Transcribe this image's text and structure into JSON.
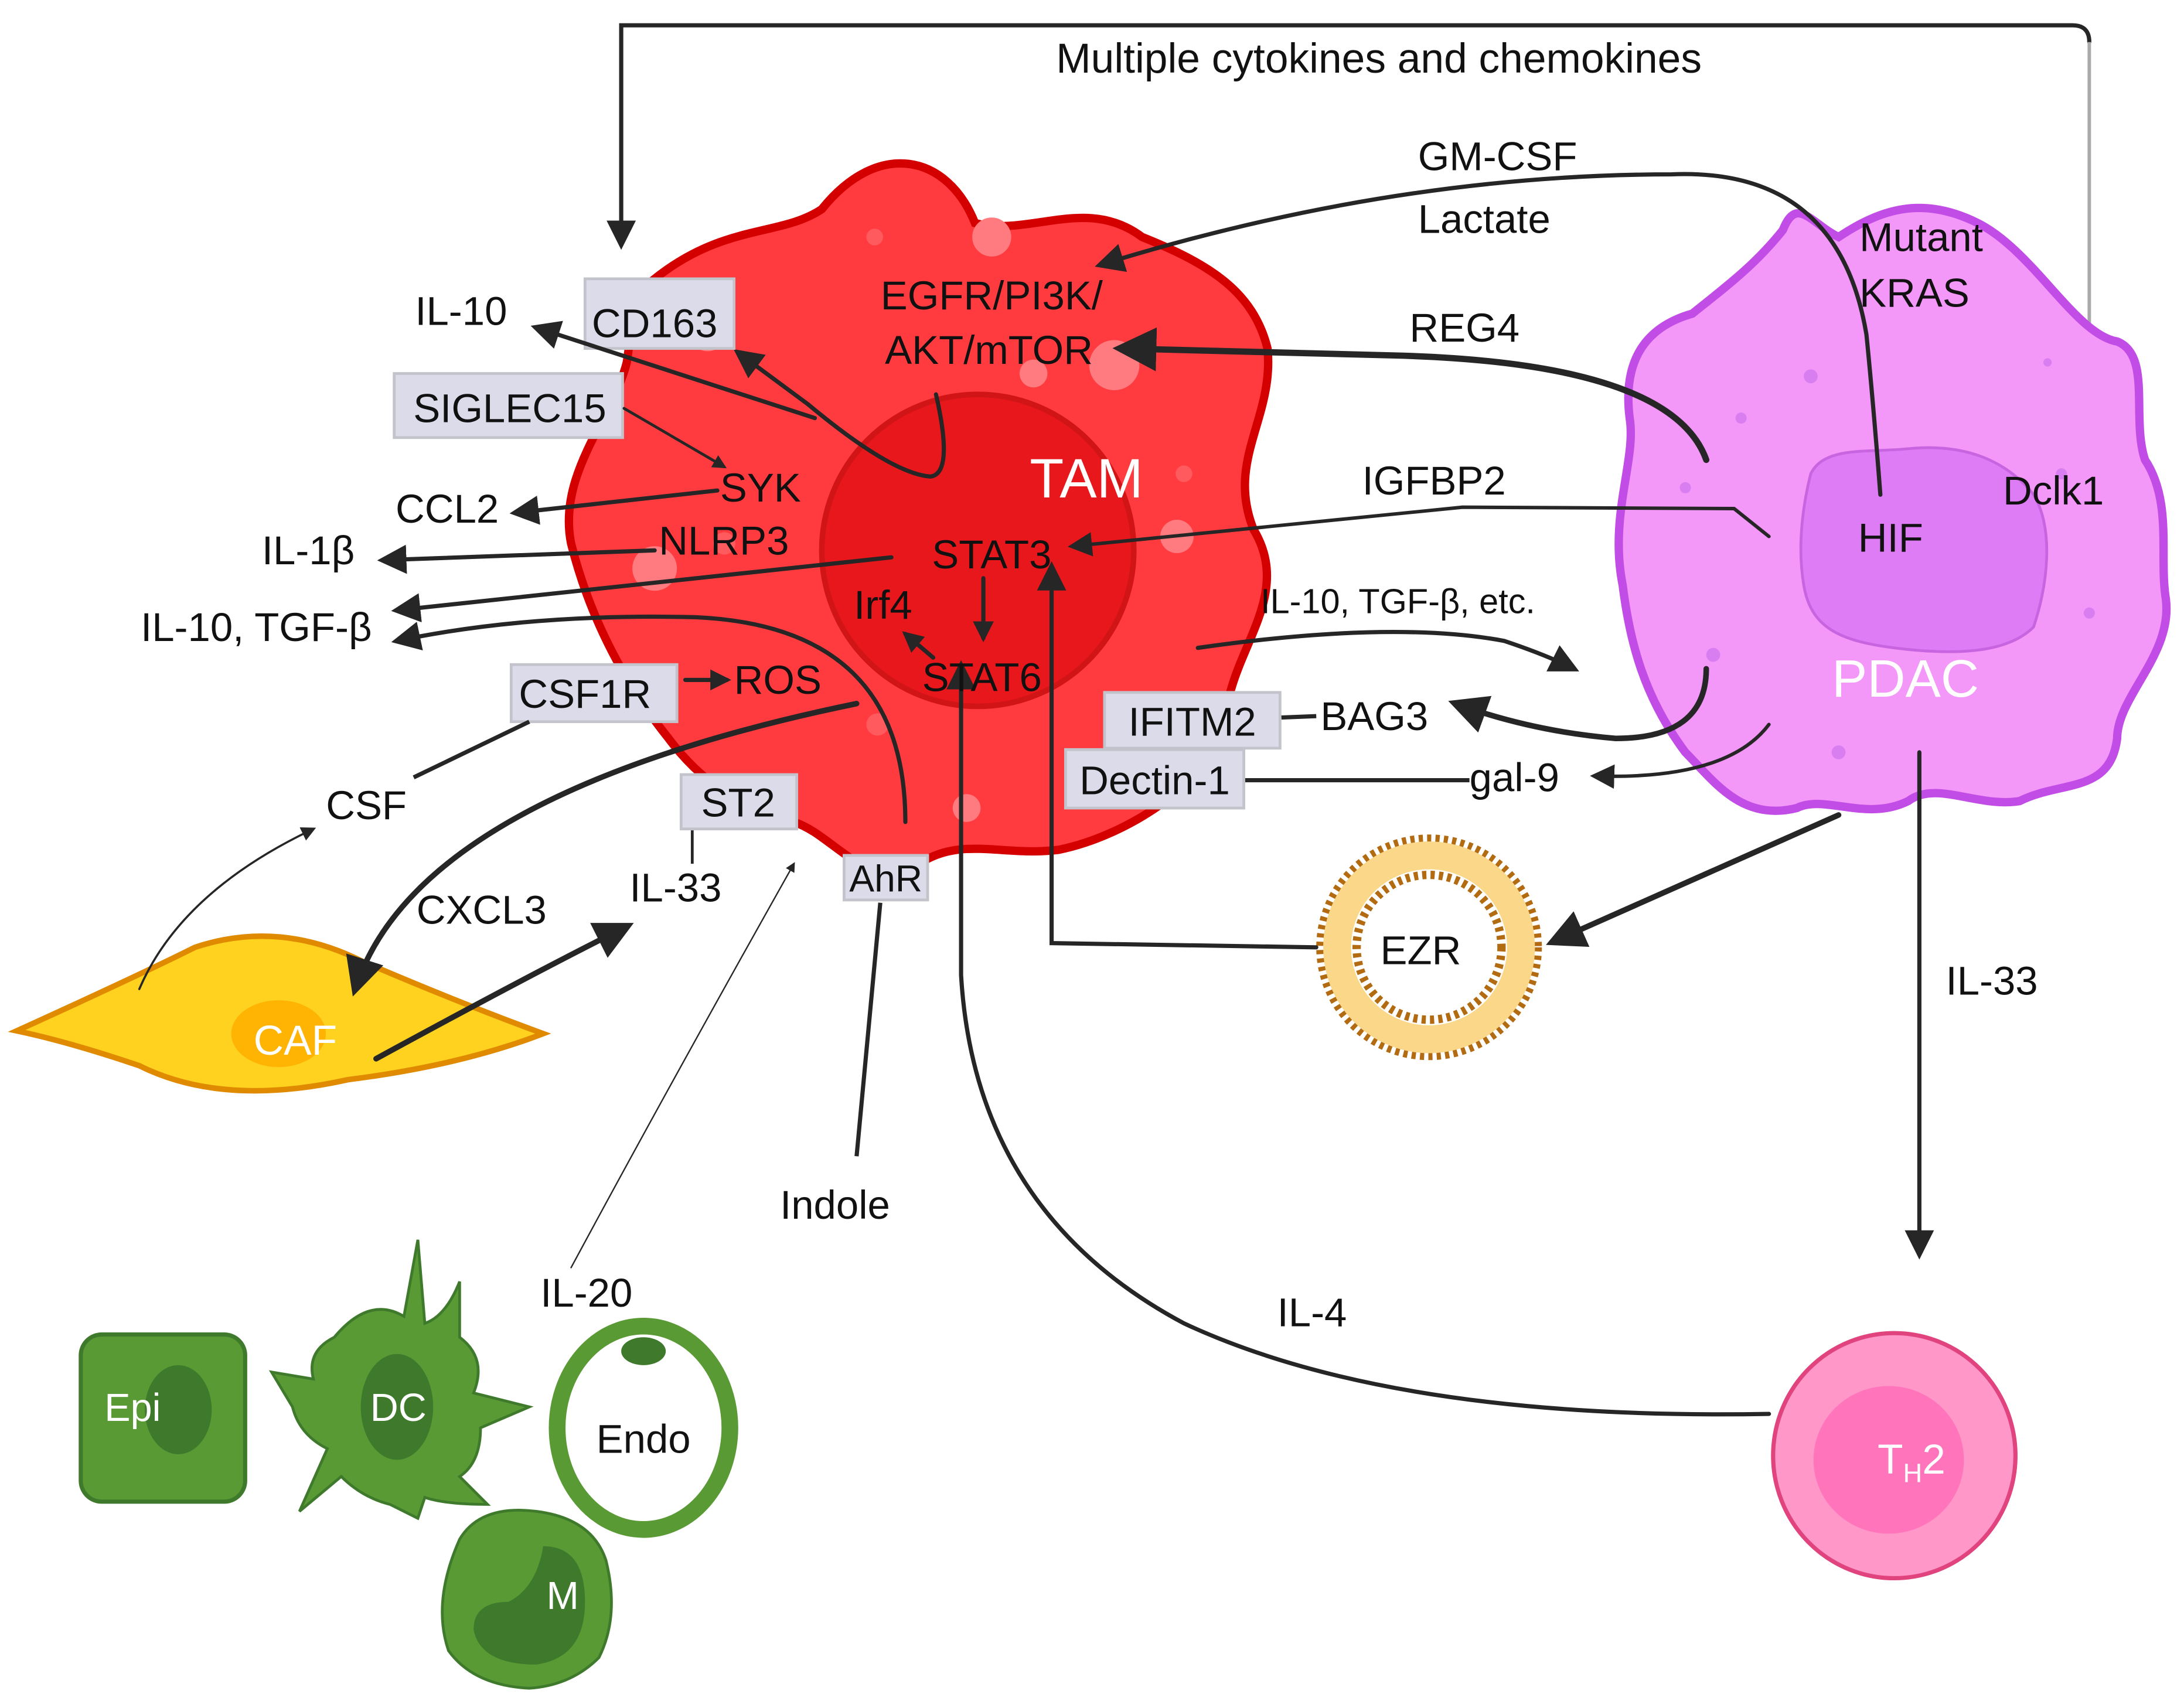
{
  "title": "TAM–PDAC crosstalk signaling diagram",
  "cells": {
    "tam": {
      "label": "TAM",
      "color": "#ff3b3f",
      "border": "#d40000",
      "nucleus": "#e8171c"
    },
    "pdac": {
      "label": "PDAC",
      "color": "#f397f8",
      "border": "#c24ce6",
      "nucleus": "#de7cf5"
    },
    "caf": {
      "label": "CAF",
      "color": "#ffd21f",
      "border": "#e08a00"
    },
    "th2": {
      "label_main": "T",
      "label_sub": "H",
      "label_end": "2",
      "color": "#ff97c9",
      "border": "#e0437d",
      "nucleus": "#ff74bb"
    },
    "ezr": {
      "label": "EZR",
      "color": "#fbd78a",
      "border": "#b36b12"
    },
    "epi": {
      "label": "Epi"
    },
    "dc": {
      "label": "DC"
    },
    "endo": {
      "label": "Endo"
    },
    "macro": {
      "label": "M"
    },
    "green": "#5a9a35",
    "green_dark": "#3f7a2c"
  },
  "receptors": {
    "cd163": "CD163",
    "siglec15": "SIGLEC15",
    "csf1r": "CSF1R",
    "st2": "ST2",
    "ahr": "AhR",
    "ifitm2": "IFITM2",
    "dectin1": "Dectin-1"
  },
  "labels": {
    "top_feedback": "Multiple cytokines and chemokines",
    "gmcsf": "GM-CSF",
    "lactate": "Lactate",
    "mutant": "Mutant",
    "kras": "KRAS",
    "reg4": "REG4",
    "igfbp2": "IGFBP2",
    "hif": "HIF",
    "dclk1": "Dclk1",
    "egfr1": "EGFR/PI3K/",
    "egfr2": "AKT/mTOR",
    "il10_top": "IL-10",
    "syk": "SYK",
    "ccl2": "CCL2",
    "nlrp3": "NLRP3",
    "il1b": "IL-1β",
    "stat3": "STAT3",
    "irf4": "Irf4",
    "stat6": "STAT6",
    "il10tgfb_1": "IL-10, TGF-β",
    "il10tgfb_2": "IL-10, TGF-β",
    "ros": "ROS",
    "csf": "CSF",
    "cxcl3": "CXCL3",
    "il33_left": "IL-33",
    "indole": "Indole",
    "il20": "IL-20",
    "il4": "IL-4",
    "il10tgfb_etc": "IL-10, TGF-β, etc.",
    "bag3": "BAG3",
    "gal9": "gal-9",
    "il33_right": "IL-33"
  }
}
